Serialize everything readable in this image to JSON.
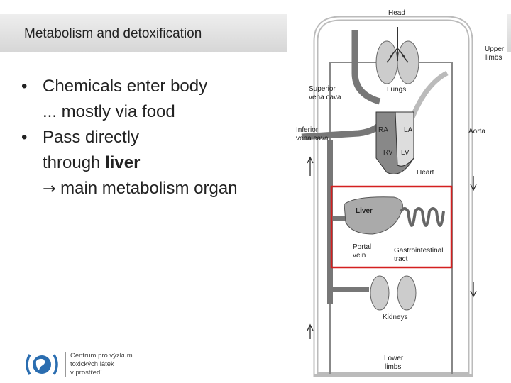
{
  "slide": {
    "title": "Metabolism and detoxification",
    "bullets": [
      {
        "lines": [
          "Chemicals enter body",
          "... mostly via food"
        ]
      },
      {
        "line1": "Pass directly",
        "line2_prefix": "through ",
        "line2_bold": "liver",
        "arrow": "→",
        "line3": " main metabolism organ"
      }
    ],
    "bullet_glyph": "•"
  },
  "diagram": {
    "labels": {
      "head": "Head",
      "upper_limbs_1": "Upper",
      "upper_limbs_2": "limbs",
      "lungs": "Lungs",
      "superior_vena_cava_1": "Superior",
      "superior_vena_cava_2": "vena cava",
      "inferior_vena_cava_1": "Inferior",
      "inferior_vena_cava_2": "vena cava",
      "aorta": "Aorta",
      "ra": "RA",
      "la": "LA",
      "rv": "RV",
      "lv": "LV",
      "heart": "Heart",
      "liver": "Liver",
      "portal_vein_1": "Portal",
      "portal_vein_2": "vein",
      "gi_tract_1": "Gastrointestinal",
      "gi_tract_2": "tract",
      "kidneys": "Kidneys",
      "lower_limbs_1": "Lower",
      "lower_limbs_2": "limbs"
    },
    "highlight_color": "#d42020"
  },
  "logo": {
    "lines": [
      "Centrum pro výzkum",
      "toxických látek",
      "v prostředí"
    ]
  }
}
